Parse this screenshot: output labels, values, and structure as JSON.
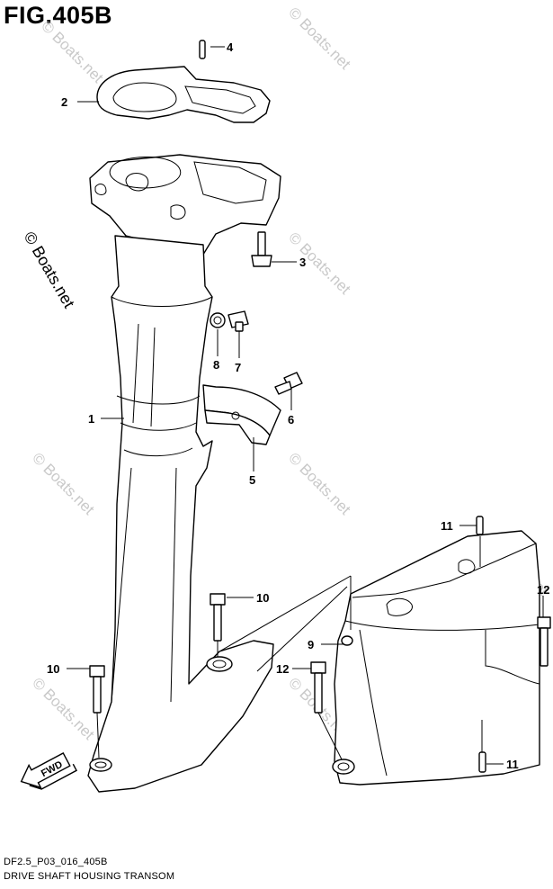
{
  "title": "FIG.405B",
  "footer": {
    "code": "DF2.5_P03_016_405B",
    "description": "DRIVE SHAFT HOUSING TRANSOM"
  },
  "watermark": "© Boats.net",
  "fwd_label": "FWD",
  "callouts": [
    "1",
    "2",
    "3",
    "4",
    "5",
    "6",
    "7",
    "8",
    "9",
    "10",
    "10",
    "11",
    "11",
    "12",
    "12"
  ]
}
